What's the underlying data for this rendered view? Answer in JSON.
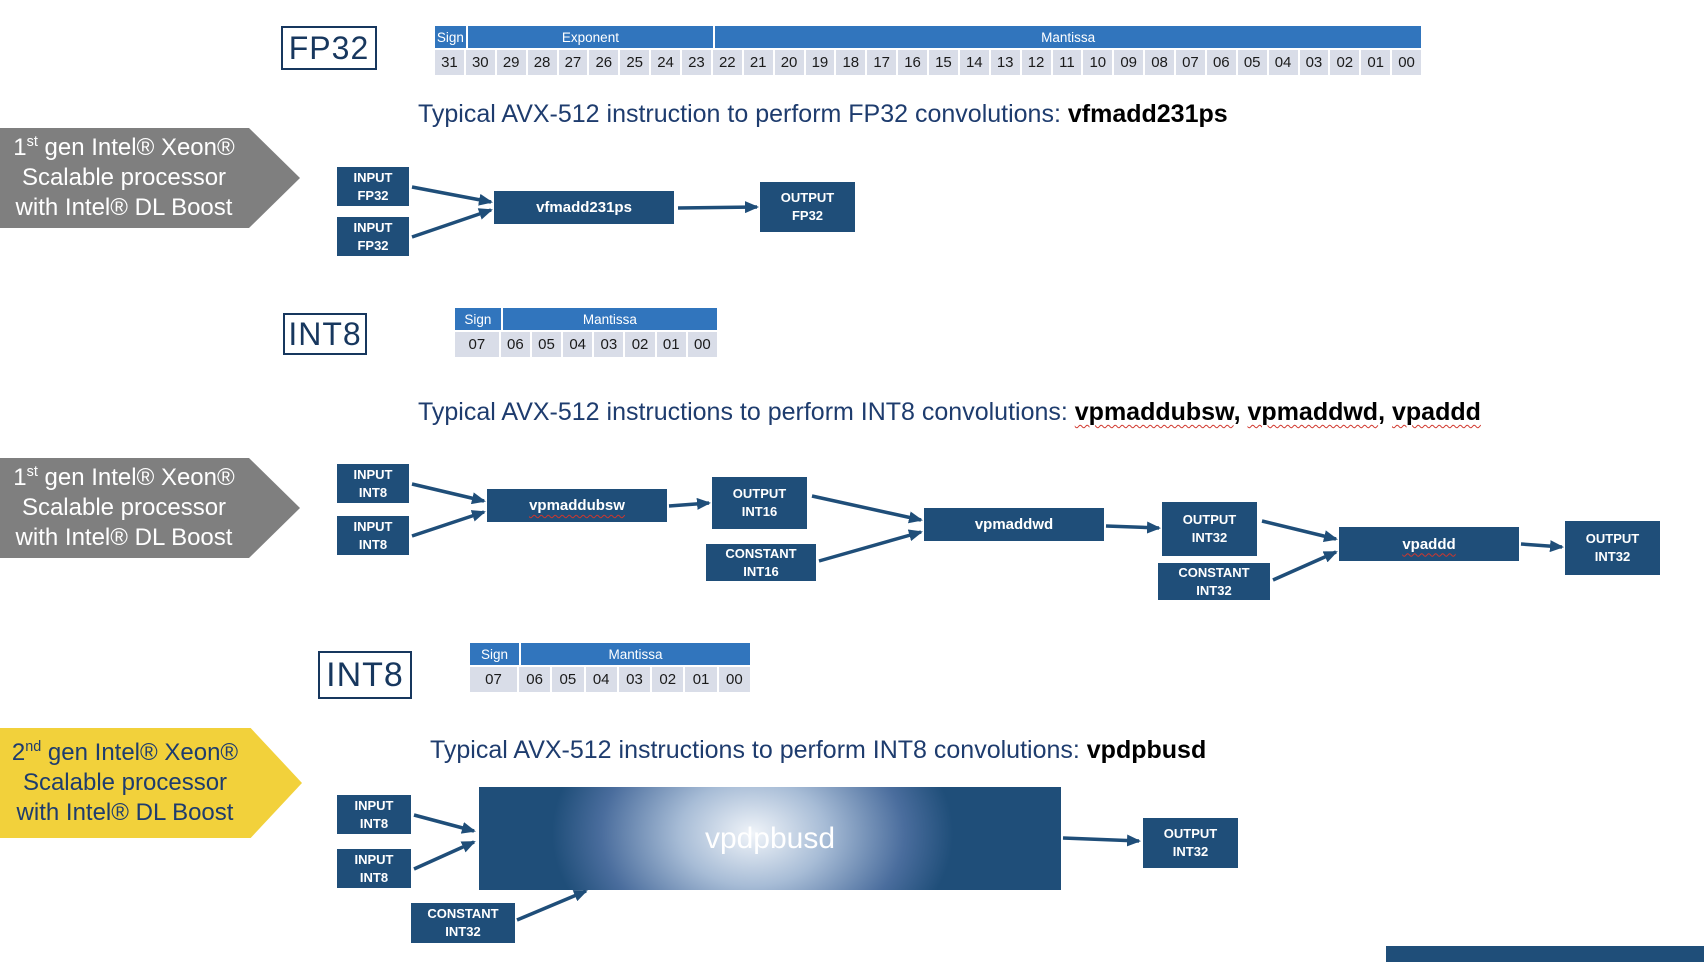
{
  "colors": {
    "navy": "#1f4e79",
    "table_header_blue": "#3175bd",
    "table_cell_bg": "#d9dde8",
    "title_navy": "#1e3c6e",
    "banner_gray": "#7f7f7f",
    "banner_yellow": "#f2d13b",
    "squiggle_red": "#d0362c"
  },
  "labels": {
    "fp32": "FP32",
    "int8_a": "INT8",
    "int8_b": "INT8"
  },
  "tables": {
    "fp32": {
      "sign_flex": 1,
      "headers": [
        {
          "label": "Sign",
          "span": 1
        },
        {
          "label": "Exponent",
          "span": 8
        },
        {
          "label": "Mantissa",
          "span": 23
        }
      ],
      "bits": [
        "31",
        "30",
        "29",
        "28",
        "27",
        "26",
        "25",
        "24",
        "23",
        "22",
        "21",
        "20",
        "19",
        "18",
        "17",
        "16",
        "15",
        "14",
        "13",
        "12",
        "11",
        "10",
        "09",
        "08",
        "07",
        "06",
        "05",
        "04",
        "03",
        "02",
        "01",
        "00"
      ]
    },
    "int8_a": {
      "sign_flex": 1.5,
      "headers": [
        {
          "label": "Sign",
          "span": 1
        },
        {
          "label": "Mantissa",
          "span": 7
        }
      ],
      "bits": [
        "07",
        "06",
        "05",
        "04",
        "03",
        "02",
        "01",
        "00"
      ]
    },
    "int8_b": {
      "sign_flex": 1.5,
      "headers": [
        {
          "label": "Sign",
          "span": 1
        },
        {
          "label": "Mantissa",
          "span": 7
        }
      ],
      "bits": [
        "07",
        "06",
        "05",
        "04",
        "03",
        "02",
        "01",
        "00"
      ]
    }
  },
  "sections": {
    "fp32": {
      "title_prefix": "Typical AVX-512 instruction to perform FP32 convolutions: ",
      "title_instr": "vfmadd231ps",
      "banner": {
        "num": "1",
        "sup": "st",
        "rest": " gen Intel® Xeon®",
        "line2": "Scalable processor",
        "line3": "with Intel® DL Boost"
      },
      "nodes": {
        "input1": {
          "l1": "INPUT",
          "l2": "FP32"
        },
        "input2": {
          "l1": "INPUT",
          "l2": "FP32"
        },
        "op": "vfmadd231ps",
        "output": {
          "l1": "OUTPUT",
          "l2": "FP32"
        }
      }
    },
    "int8_gen1": {
      "title_prefix": "Typical AVX-512 instructions to perform INT8 convolutions: ",
      "instr1": "vpmaddubsw",
      "sep1": ", ",
      "instr2": "vpmaddwd",
      "sep2": ", ",
      "instr3": "vpaddd",
      "banner": {
        "num": "1",
        "sup": "st",
        "rest": " gen Intel® Xeon®",
        "line2": "Scalable processor",
        "line3": "with Intel® DL Boost"
      },
      "nodes": {
        "input1": {
          "l1": "INPUT",
          "l2": "INT8"
        },
        "input2": {
          "l1": "INPUT",
          "l2": "INT8"
        },
        "op1": "vpmaddubsw",
        "out16": {
          "l1": "OUTPUT",
          "l2": "INT16"
        },
        "const16": {
          "l1": "CONSTANT",
          "l2": "INT16"
        },
        "op2": "vpmaddwd",
        "out32": {
          "l1": "OUTPUT",
          "l2": "INT32"
        },
        "const32": {
          "l1": "CONSTANT",
          "l2": "INT32"
        },
        "op3": "vpaddd",
        "out32b": {
          "l1": "OUTPUT",
          "l2": "INT32"
        }
      }
    },
    "int8_gen2": {
      "title_prefix": "Typical AVX-512 instructions to perform INT8 convolutions: ",
      "title_instr": "vpdpbusd",
      "banner": {
        "num": "2",
        "sup": "nd",
        "rest": " gen Intel® Xeon®",
        "line2": "Scalable processor",
        "line3": "with Intel® DL Boost"
      },
      "nodes": {
        "input1": {
          "l1": "INPUT",
          "l2": "INT8"
        },
        "input2": {
          "l1": "INPUT",
          "l2": "INT8"
        },
        "const32": {
          "l1": "CONSTANT",
          "l2": "INT32"
        },
        "op": "vpdpbusd",
        "output": {
          "l1": "OUTPUT",
          "l2": "INT32"
        }
      }
    }
  }
}
